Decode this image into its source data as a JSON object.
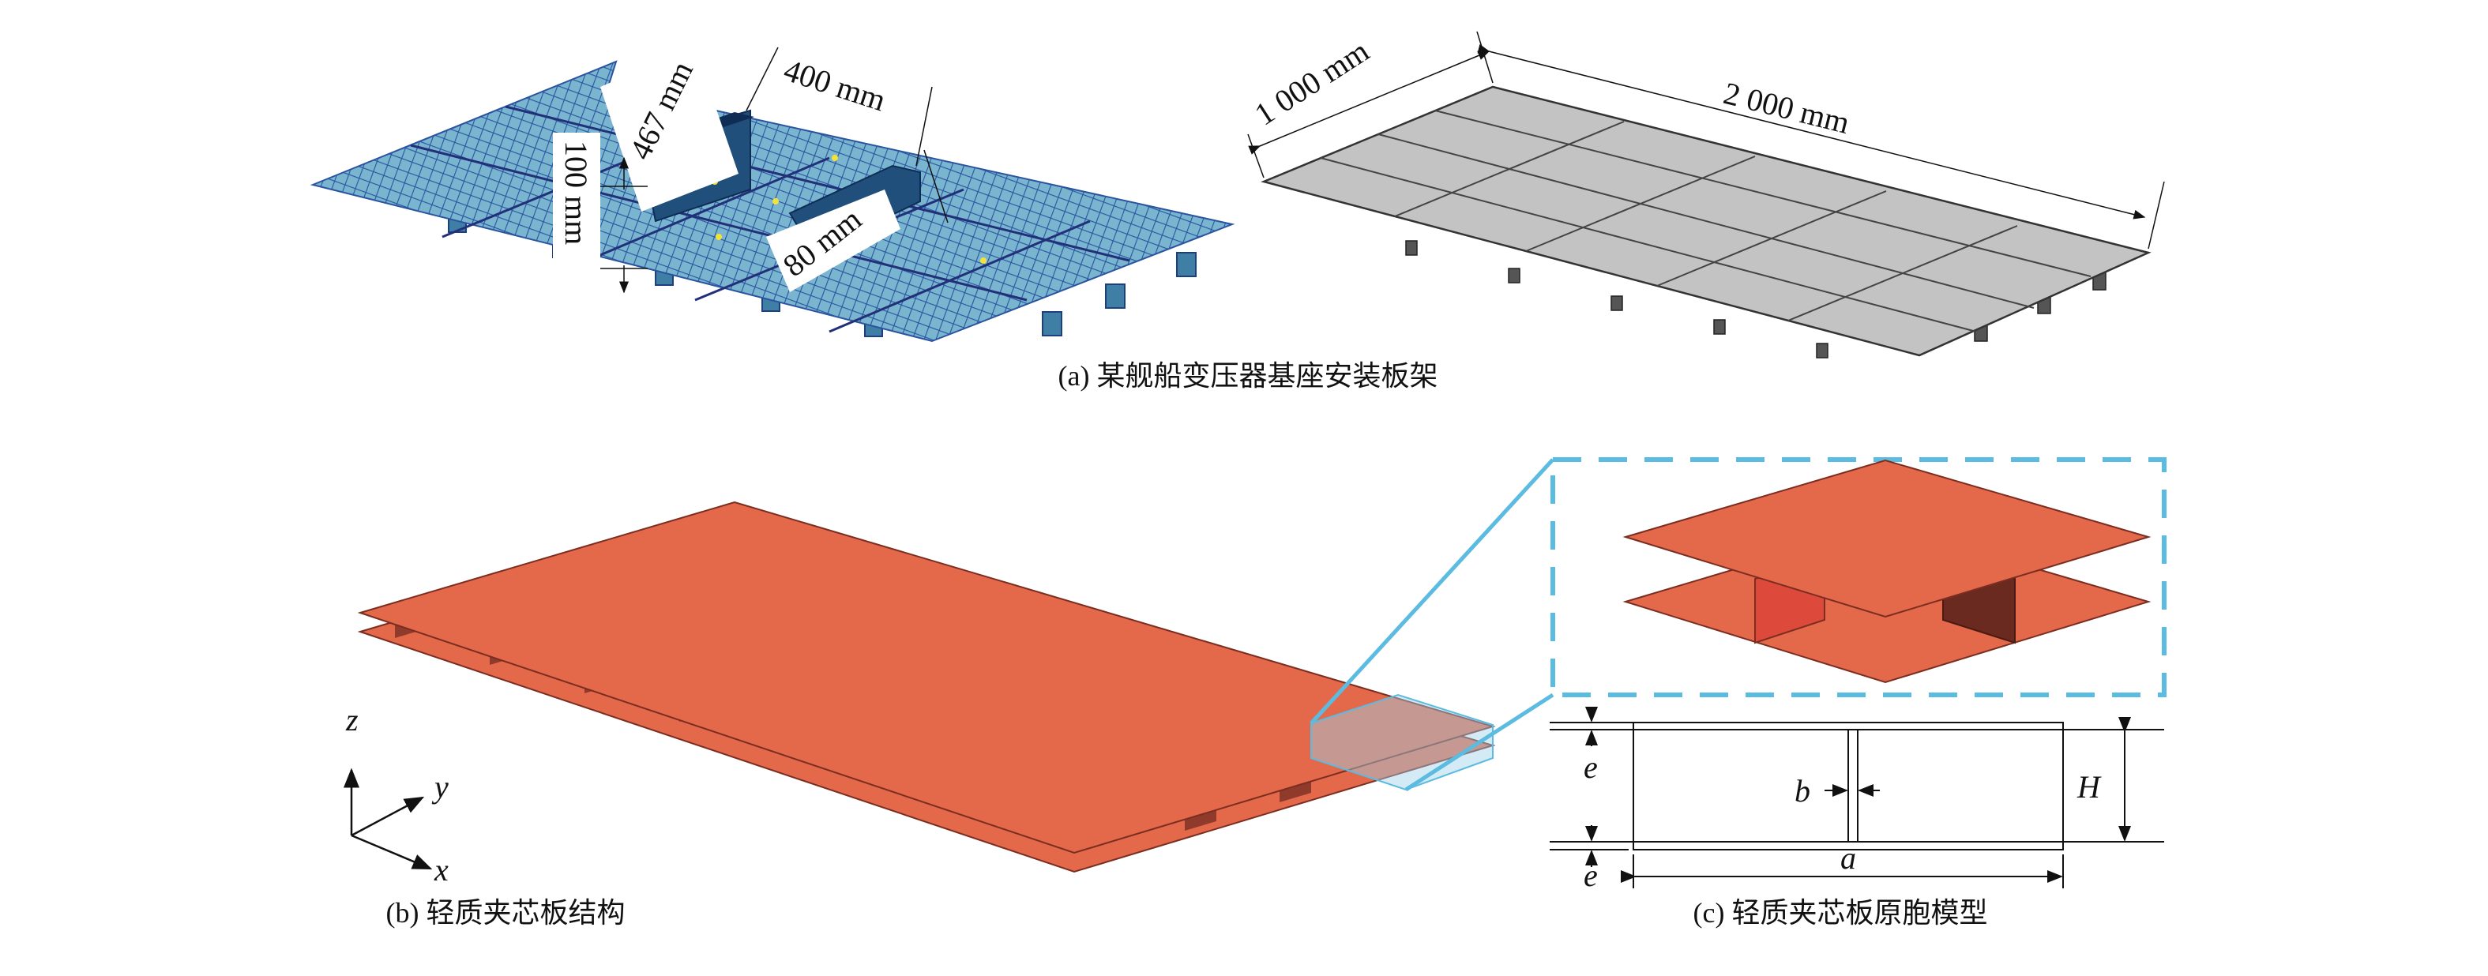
{
  "captions": {
    "a": "(a) 某舰船变压器基座安装板架",
    "b": "(b) 轻质夹芯板结构",
    "c": "(c) 轻质夹芯板原胞模型"
  },
  "panel_a_mesh": {
    "dim_length": "467 mm",
    "dim_gap": "400 mm",
    "dim_height": "100 mm",
    "dim_width": "80 mm"
  },
  "panel_a_plate": {
    "dim_width": "1 000 mm",
    "dim_length": "2 000 mm"
  },
  "panel_b_axes": {
    "z": "z",
    "y": "y",
    "x": "x"
  },
  "panel_c_symbols": {
    "e_top": "e",
    "e_bottom": "e",
    "b": "b",
    "H": "H",
    "a": "a"
  },
  "colors": {
    "mesh": "#6aa6c8",
    "mesh_line": "#23418f",
    "gray_plate": "#c3c3c3",
    "orange": "#e4694a",
    "dark_web": "#6b2a20",
    "red_web": "#dd4a3c",
    "zoom_blue": "#5bbbe0"
  }
}
